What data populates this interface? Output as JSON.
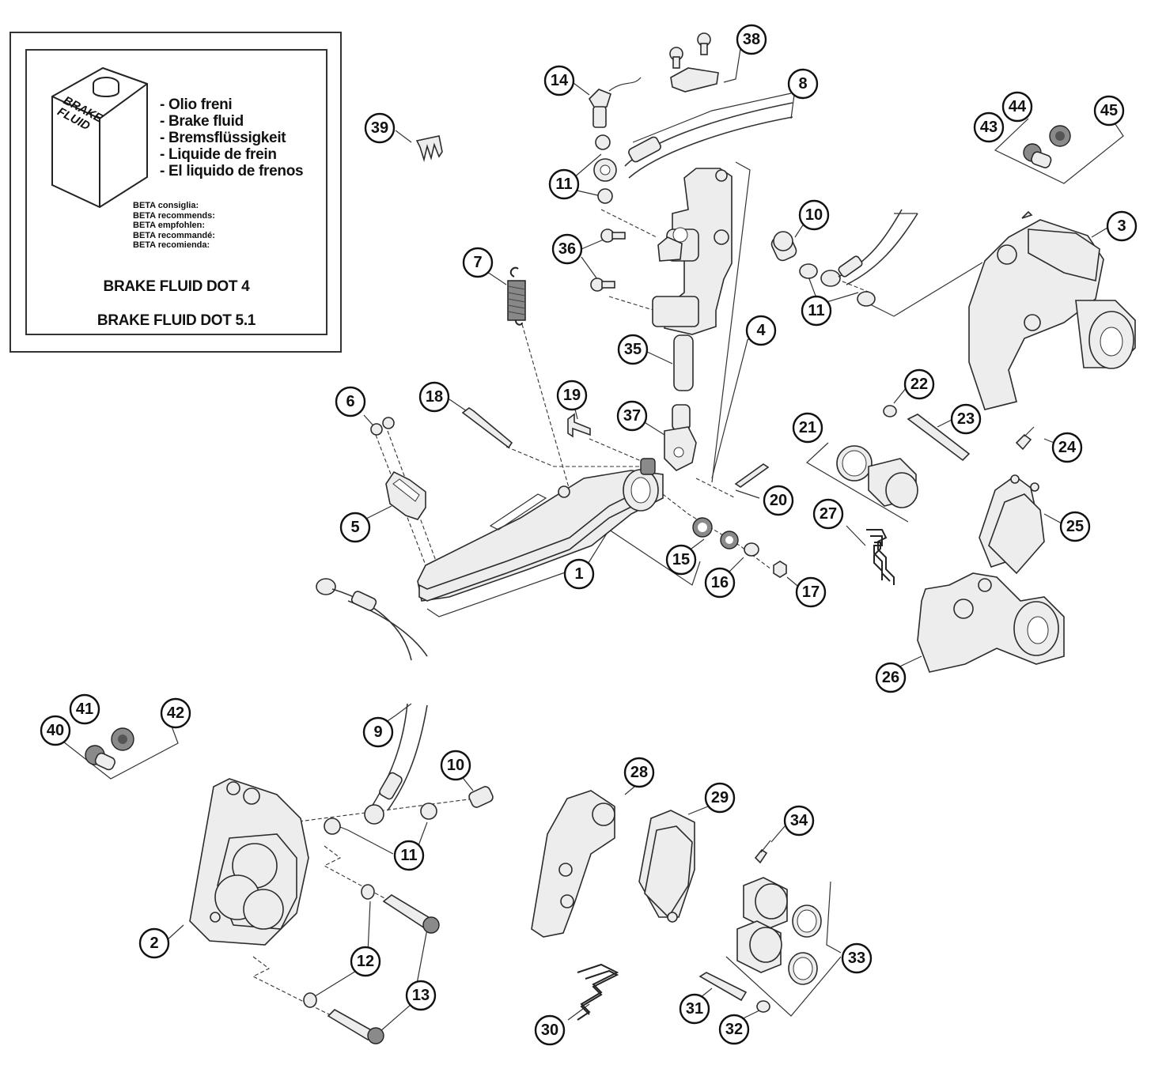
{
  "fluid_box": {
    "can_label": "BRAKE\nFLUID",
    "names": [
      "- Olio freni",
      "- Brake fluid",
      "- Bremsflüssigkeit",
      "- Liquide de frein",
      "- El liquido de frenos"
    ],
    "recommend": [
      "BETA consiglia:",
      "BETA recommends:",
      "BETA empfohlen:",
      "BETA recommandé:",
      "BETA recomienda:"
    ],
    "spec_1": "BRAKE FLUID DOT 4",
    "spec_2": "BRAKE FLUID DOT 5.1"
  },
  "callouts": [
    {
      "id": "c1",
      "label": "1"
    },
    {
      "id": "c2",
      "label": "2"
    },
    {
      "id": "c3",
      "label": "3"
    },
    {
      "id": "c4",
      "label": "4"
    },
    {
      "id": "c5",
      "label": "5"
    },
    {
      "id": "c6",
      "label": "6"
    },
    {
      "id": "c7",
      "label": "7"
    },
    {
      "id": "c8",
      "label": "8"
    },
    {
      "id": "c9",
      "label": "9"
    },
    {
      "id": "c10a",
      "label": "10"
    },
    {
      "id": "c10b",
      "label": "10"
    },
    {
      "id": "c11a",
      "label": "11"
    },
    {
      "id": "c11b",
      "label": "11"
    },
    {
      "id": "c11c",
      "label": "11"
    },
    {
      "id": "c12",
      "label": "12"
    },
    {
      "id": "c13",
      "label": "13"
    },
    {
      "id": "c14",
      "label": "14"
    },
    {
      "id": "c15",
      "label": "15"
    },
    {
      "id": "c16",
      "label": "16"
    },
    {
      "id": "c17",
      "label": "17"
    },
    {
      "id": "c18",
      "label": "18"
    },
    {
      "id": "c19",
      "label": "19"
    },
    {
      "id": "c20",
      "label": "20"
    },
    {
      "id": "c21",
      "label": "21"
    },
    {
      "id": "c22",
      "label": "22"
    },
    {
      "id": "c23",
      "label": "23"
    },
    {
      "id": "c24",
      "label": "24"
    },
    {
      "id": "c25",
      "label": "25"
    },
    {
      "id": "c26",
      "label": "26"
    },
    {
      "id": "c27",
      "label": "27"
    },
    {
      "id": "c28",
      "label": "28"
    },
    {
      "id": "c29",
      "label": "29"
    },
    {
      "id": "c30",
      "label": "30"
    },
    {
      "id": "c31",
      "label": "31"
    },
    {
      "id": "c32",
      "label": "32"
    },
    {
      "id": "c33",
      "label": "33"
    },
    {
      "id": "c34",
      "label": "34"
    },
    {
      "id": "c35",
      "label": "35"
    },
    {
      "id": "c36",
      "label": "36"
    },
    {
      "id": "c37",
      "label": "37"
    },
    {
      "id": "c38",
      "label": "38"
    },
    {
      "id": "c39",
      "label": "39"
    },
    {
      "id": "c40",
      "label": "40"
    },
    {
      "id": "c41",
      "label": "41"
    },
    {
      "id": "c42",
      "label": "42"
    },
    {
      "id": "c43",
      "label": "43"
    },
    {
      "id": "c44",
      "label": "44"
    },
    {
      "id": "c45",
      "label": "45"
    }
  ]
}
